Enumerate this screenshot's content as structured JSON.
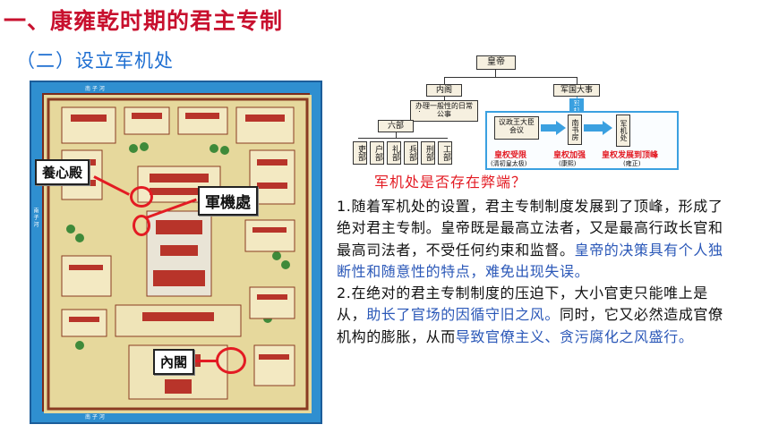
{
  "page": {
    "title": "一、康雍乾时期的君主专制",
    "section": "（二）设立军机处"
  },
  "map": {
    "road_top": "南 子 河",
    "road_left": "南 子 河",
    "road_bottom": "南 子 河",
    "label_yangxin": "養心殿",
    "label_junji": "軍機處",
    "label_neige": "內閣"
  },
  "diagram": {
    "emperor": "皇帝",
    "neige": "内阁",
    "neige_duty": "办理一般性的日常公事",
    "junguo": "军国大事",
    "liubu": "六部",
    "ministries": [
      "吏部",
      "户部",
      "礼部",
      "兵部",
      "刑部",
      "工部"
    ],
    "yizheng": "议政王大臣会议",
    "nanshufang": "南书房",
    "junjichu": "军机处",
    "stage1": "皇权受限",
    "stage1_sub": "(清初皇太极)",
    "stage2": "皇权加强",
    "stage2_sub": "(康熙)",
    "stage3": "皇权发展到顶峰",
    "stage3_sub": "(雍正)",
    "junji_tag": "军机"
  },
  "question": "军机处是否存在弊端？",
  "text": {
    "p1_a": "1.随着军机处的设置，君主专制制度发展到了顶峰，形成了绝对君主专制。皇帝既是最高立法者，又是最高行政长官和最高司法者，不受任何约束和监督。",
    "p1_b": "皇帝的决策具有个人独断性和随意性的特点，难免出现失误。",
    "p2_a": "2.在绝对的君主专制制度的压迫下，大小官吏只能唯上是从，",
    "p2_b": "助长了官场的因循守旧之风。",
    "p2_c": "同时，它又必然造成官僚机构的膨胀，从而",
    "p2_d": "导致官僚主义、贪污腐化之风盛行。"
  },
  "colors": {
    "title_red": "#c8102e",
    "section_blue": "#1f6fd1",
    "highlight_blue": "#2b58b8",
    "question_red": "#e31b23",
    "map_water": "#2f8fd0"
  }
}
